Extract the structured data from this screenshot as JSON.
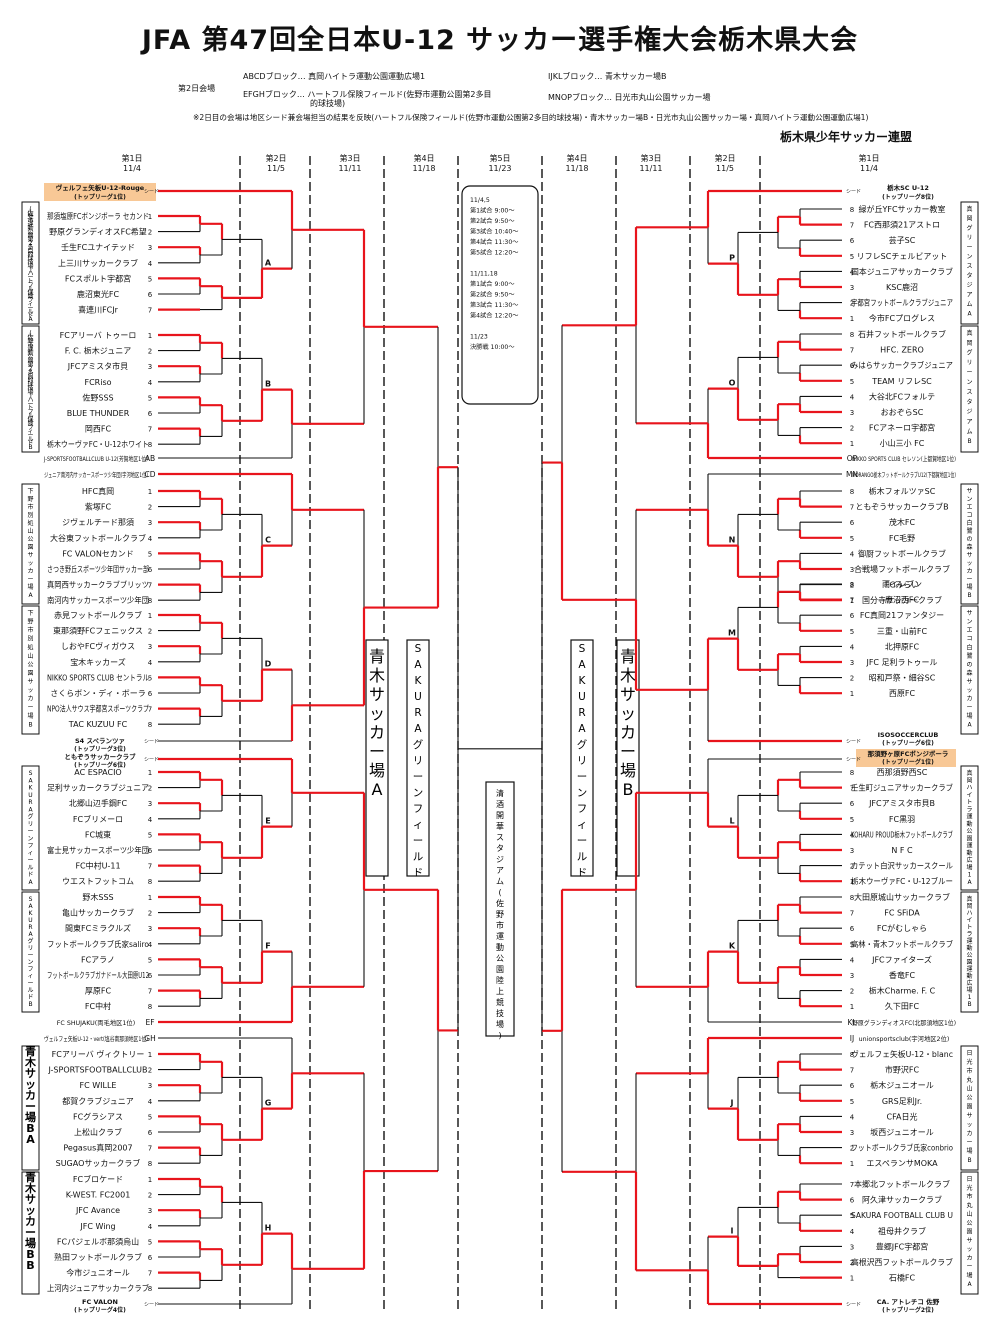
{
  "title": "JFA 第47回全日本U-12 サッカー選手権大会栃木県大会",
  "header": {
    "day2_label": "第2日会場",
    "venues": [
      "ABCDブロック… 真岡ハイトラ運動公園運動広場1",
      "EFGHブロック… ハートフル保険フィールド(佐野市運動公園第2多目",
      "的球技場)",
      "IJKLブロック… 青木サッカー場B",
      "MNOPブロック… 日光市丸山公園サッカー場"
    ],
    "note": "※2日目の会場は地区シード兼会場担当の結果を反映(ハートフル保険フィールド(佐野市運動公園第2多目的球技場)・青木サッカー場B・日光市丸山公園サッカー場・真岡ハイトラ運動公園運動広場1)",
    "organizer": "栃木県少年サッカー連盟"
  },
  "rounds_left": [
    {
      "label": "第1日",
      "date": "11/4"
    },
    {
      "label": "第2日",
      "date": "11/5"
    },
    {
      "label": "第3日",
      "date": "11/11"
    },
    {
      "label": "第4日",
      "date": "11/18"
    }
  ],
  "round_center": {
    "label": "第5日",
    "date": "11/23"
  },
  "rounds_right": [
    {
      "label": "第4日",
      "date": "11/18"
    },
    {
      "label": "第3日",
      "date": "11/11"
    },
    {
      "label": "第2日",
      "date": "11/5"
    },
    {
      "label": "第1日",
      "date": "11/4"
    }
  ],
  "schedule": [
    "11/4,5",
    "第1試合 9:00〜",
    "第2試合 9:50〜",
    "第3試合 10:40〜",
    "第4試合 11:30〜",
    "第5試合 12:20〜",
    "",
    "11/11,18",
    "第1試合 9:00〜",
    "第2試合 9:50〜",
    "第3試合 11:30〜",
    "第4試合 12:20〜",
    "",
    "11/23",
    "決勝戦 10:00〜"
  ],
  "seed_mark": "シード",
  "venue_boxes": {
    "left_a": "青木サッカー場A",
    "left_sakura": "SAKURAグリーンフィールド",
    "center": "清酒開華スタジアム(佐野市運動公園陸上競技場)",
    "right_sakura": "SAKURAグリーンフィールド",
    "right_b": "青木サッカー場B"
  },
  "left_side_venues": [
    "(佐野市運動公園第2多目的球技場)ハートフル保険フィールドA",
    "(佐野市運動公園第2多目的球技場)ハートフル保険フィールドB",
    "下野市別処山公園サッカー場A",
    "下野市別処山公園サッカー場B",
    "SAKURAグリーンフィールドA",
    "SAKURAグリーンフィールドB",
    "青木サッカー場BA",
    "青木サッカー場BB"
  ],
  "right_side_venues": [
    "真岡グリーンスタジアムA",
    "真岡グリーンスタジアムB",
    "サンエコ白鷺の森サッカー場B",
    "サンエコ白鷺の森サッカー場A",
    "真岡ハイトラ運動公園運動広場1A",
    "真岡ハイトラ運動公園運動広場1B",
    "日光市丸山公園サッカー場B",
    "日光市丸山公園サッカー場A"
  ],
  "seeds_left": [
    {
      "name": "ヴェルフェ矢板U-12-Rouge",
      "sub": "(トップリーグ1位)"
    },
    {
      "name": "S4 スペランツァ",
      "sub": "(トップリーグ3位)",
      "name2": "ともぞうサッカークラブ",
      "sub2": "(トップリーグ6位)"
    },
    {
      "name": "FC VALON",
      "sub": "(トップリーグ4位)"
    }
  ],
  "seeds_right": [
    {
      "name": "栃木SC U-12",
      "sub": "(トップリーグ8位)"
    },
    {
      "name": "ISOSOCCERCLUB",
      "sub": "(トップリーグ6位)",
      "name2": "那須野ヶ原FCボンジボーラ",
      "sub2": "(トップリーグ1位)"
    },
    {
      "name": "CA. アトレチコ 佐野",
      "sub": "(トップリーグ2位)"
    }
  ],
  "blocks_left": [
    {
      "letter": "A",
      "teams": [
        "那須塩原FCボンジボーラ セカンド",
        "野原グランディオスFC希望",
        "壬生FCユナイテッド",
        "上三川サッカークラブ",
        "FCスポルト宇都宮",
        "鹿沼東光FC",
        "喜連川FCJr"
      ],
      "nums": [
        "1",
        "2",
        "3",
        "4",
        "5",
        "6",
        "7"
      ]
    },
    {
      "letter": "B",
      "teams": [
        "FCアリーバ トゥーロ",
        "F. C. 栃木ジュニア",
        "JFCアミスタ市貝",
        "FCRiso",
        "佐野SSS",
        "BLUE THUNDER",
        "岡西FC",
        "栃木ウーヴァFC・U-12ホワイト"
      ],
      "nums": [
        "1",
        "2",
        "3",
        "4",
        "5",
        "6",
        "7",
        "8"
      ]
    },
    {
      "letter": "C",
      "teams": [
        "HFC真岡",
        "紫塚FC",
        "ジヴェルチード那須",
        "大谷東フットボールクラブ",
        "FC VALONセカンド",
        "さつき野丘スポーツ少年団サッカー部",
        "真岡西サッカークラブブリッツ",
        "南河内サッカースポーツ少年団"
      ],
      "nums": [
        "1",
        "2",
        "3",
        "4",
        "5",
        "6",
        "7",
        "8"
      ]
    },
    {
      "letter": "D",
      "teams": [
        "赤見フットボールクラブ",
        "東那須野FCフェニックス",
        "しおやFCヴィガウス",
        "宝木キッカーズ",
        "NIKKO SPORTS CLUB セントラル",
        "さくらボン・ディ・ボーラ",
        "NPO法人サウス宇都宮スポーツクラブ",
        "TAC KUZUU FC"
      ],
      "nums": [
        "1",
        "2",
        "3",
        "4",
        "5",
        "6",
        "7",
        "8"
      ]
    },
    {
      "letter": "E",
      "teams": [
        "AC ESPACIO",
        "足利サッカークラブジュニア",
        "北郷山辺手鋼FC",
        "FCブリメーロ",
        "FC城東",
        "富士見サッカースポーツ少年団",
        "FC中村U-11",
        "ウエストフットコム"
      ],
      "nums": [
        "1",
        "2",
        "3",
        "4",
        "5",
        "6",
        "7",
        "8"
      ]
    },
    {
      "letter": "F",
      "teams": [
        "野木SSS",
        "亀山サッカークラブ",
        "間東FCミラクルズ",
        "フットボールクラブ氏家saliro",
        "FCアラノ",
        "フットボールクラブガナドール大田原U12",
        "厚原FC",
        "FC中村"
      ],
      "nums": [
        "1",
        "2",
        "3",
        "4",
        "5",
        "6",
        "7",
        "8"
      ]
    },
    {
      "letter": "G",
      "teams": [
        "FCアリーバ ヴィクトリー",
        "J-SPORTSFOOTBALLCLUB",
        "FC WILLE",
        "都賀クラブジュニア",
        "FCグラシアス",
        "上松山クラブ",
        "Pegasus真岡2007",
        "SUGAOサッカークラブ"
      ],
      "nums": [
        "1",
        "2",
        "3",
        "4",
        "5",
        "6",
        "7",
        "8"
      ]
    },
    {
      "letter": "H",
      "teams": [
        "FCブロケード",
        "K-WEST. FC2001",
        "JFC Avance",
        "JFC Wing",
        "FCパジェルボ那須烏山",
        "熟田フットボールクラブ",
        "今市ジュニオール",
        "上河内ジュニアサッカークラブ"
      ],
      "nums": [
        "1",
        "2",
        "3",
        "4",
        "5",
        "6",
        "7",
        "8"
      ]
    }
  ],
  "blocks_right": [
    {
      "letter": "P",
      "teams": [
        "緑が丘YFCサッカー教室",
        "FC西那須21アストロ",
        "芸子SC",
        "リフレSCチェルビアット",
        "国本ジュニアサッカークラブ",
        "KSC鹿沼",
        "宇都宮フットボールクラブジュニア",
        "今市FCプログレス"
      ],
      "nums": [
        "8",
        "7",
        "6",
        "5",
        "4",
        "3",
        "2",
        "1"
      ]
    },
    {
      "letter": "O",
      "teams": [
        "石井フットボールクラブ",
        "HFC. ZERO",
        "みはらサッカークラブジュニア",
        "TEAM リフレSC",
        "大谷北FCフォルテ",
        "おおぞらSC",
        "FCアネーロ宇都宮",
        "小山三小 FC"
      ],
      "nums": [
        "8",
        "7",
        "6",
        "5",
        "4",
        "3",
        "2",
        "1"
      ]
    },
    {
      "letter": "N",
      "teams": [
        "栃木フォルツァSC",
        "ともぞうサッカークラブB",
        "茂木FC",
        "FC毛野",
        "御厨フットボールクラブ",
        "合戦場フットボールクラブ",
        "FCみらい",
        "国分寺サッカークラブ"
      ],
      "nums": [
        "8",
        "7",
        "6",
        "5",
        "4",
        "3",
        "2",
        "1"
      ]
    },
    {
      "letter": "M",
      "teams": [
        "雨イレブン",
        "鹿沼西FC",
        "FC真岡21ファンタジー",
        "三重・山前FC",
        "北押原FC",
        "JFC 足利ラトゥール",
        "昭和戸祭・細谷SC",
        "西原FC"
      ],
      "nums": [
        "8",
        "7",
        "6",
        "5",
        "4",
        "3",
        "2",
        "1"
      ]
    },
    {
      "letter": "L",
      "teams": [
        "西那須野西SC",
        "壬生町ジュニアサッカークラブ",
        "JFCアミスタ市貝B",
        "FC黒羽",
        "KOHARU PROUD栃木フットボールクラブ",
        "N F C",
        "カテット白沢サッカースクール",
        "栃木ウーヴァFC・U-12ブルー"
      ],
      "nums": [
        "8",
        "7",
        "6",
        "5",
        "4",
        "3",
        "2",
        "1"
      ]
    },
    {
      "letter": "K",
      "teams": [
        "大田原城山サッカークラブ",
        "FC SFiDA",
        "FCがむしゃら",
        "高林・青木フットボールクラブ",
        "JFCファイターズ",
        "香竜FC",
        "栃木Charme. F. C",
        "久下田FC"
      ],
      "nums": [
        "8",
        "7",
        "6",
        "5",
        "4",
        "3",
        "2",
        "1"
      ]
    },
    {
      "letter": "J",
      "teams": [
        "ヴェルフェ矢板U-12・blanc",
        "市野沢FC",
        "栃木ジュニオール",
        "GRS足利Jr.",
        "CFA日光",
        "坂西ジュニオール",
        "フットボールクラブ氏家conbrio",
        "エスペランサMOKA"
      ],
      "nums": [
        "8",
        "7",
        "6",
        "5",
        "4",
        "3",
        "2",
        "1"
      ]
    },
    {
      "letter": "I",
      "teams": [
        "本郷北フットボールクラブ",
        "阿久津サッカークラブ",
        "SAKURA FOOTBALL CLUB U",
        "祖母井クラブ",
        "豊郷JFC宇都宮",
        "高根沢西フットボールクラブ",
        "石橋FC"
      ],
      "nums": [
        "7",
        "6",
        "5",
        "4",
        "3",
        "2",
        "1"
      ]
    }
  ],
  "left_pairs": [
    {
      "code": "AB",
      "team": "J-SPORTSFOOTBALLCLUB U-12(芳賀地区1位)"
    },
    {
      "code": "CD",
      "team": "ジュニア南河内サッカースポーツ少年団(宇河地区1位)"
    },
    {
      "code": "EF",
      "team": "FC SHUJAKU(両毛地区1位)"
    },
    {
      "code": "GH",
      "team": "ヴェルフェ矢板U-12・vert(塩谷南那須地区1位)"
    }
  ],
  "right_pairs": [
    {
      "code": "OP",
      "team": "NIKKO SPORTS CLUB セレソン(上都賀地区1位)"
    },
    {
      "code": "MN",
      "team": "MORANGO栃木フットボールクラブU12(下都賀地区1位)"
    },
    {
      "code": "KL",
      "team": "野原グランディオスFC(北那須地区1位)"
    },
    {
      "code": "IJ",
      "team": "unionsportsclub(宇河地区2位)"
    }
  ],
  "colors": {
    "line": "#111111",
    "winner": "#e8141c",
    "seed_bg": "#f8c896"
  }
}
